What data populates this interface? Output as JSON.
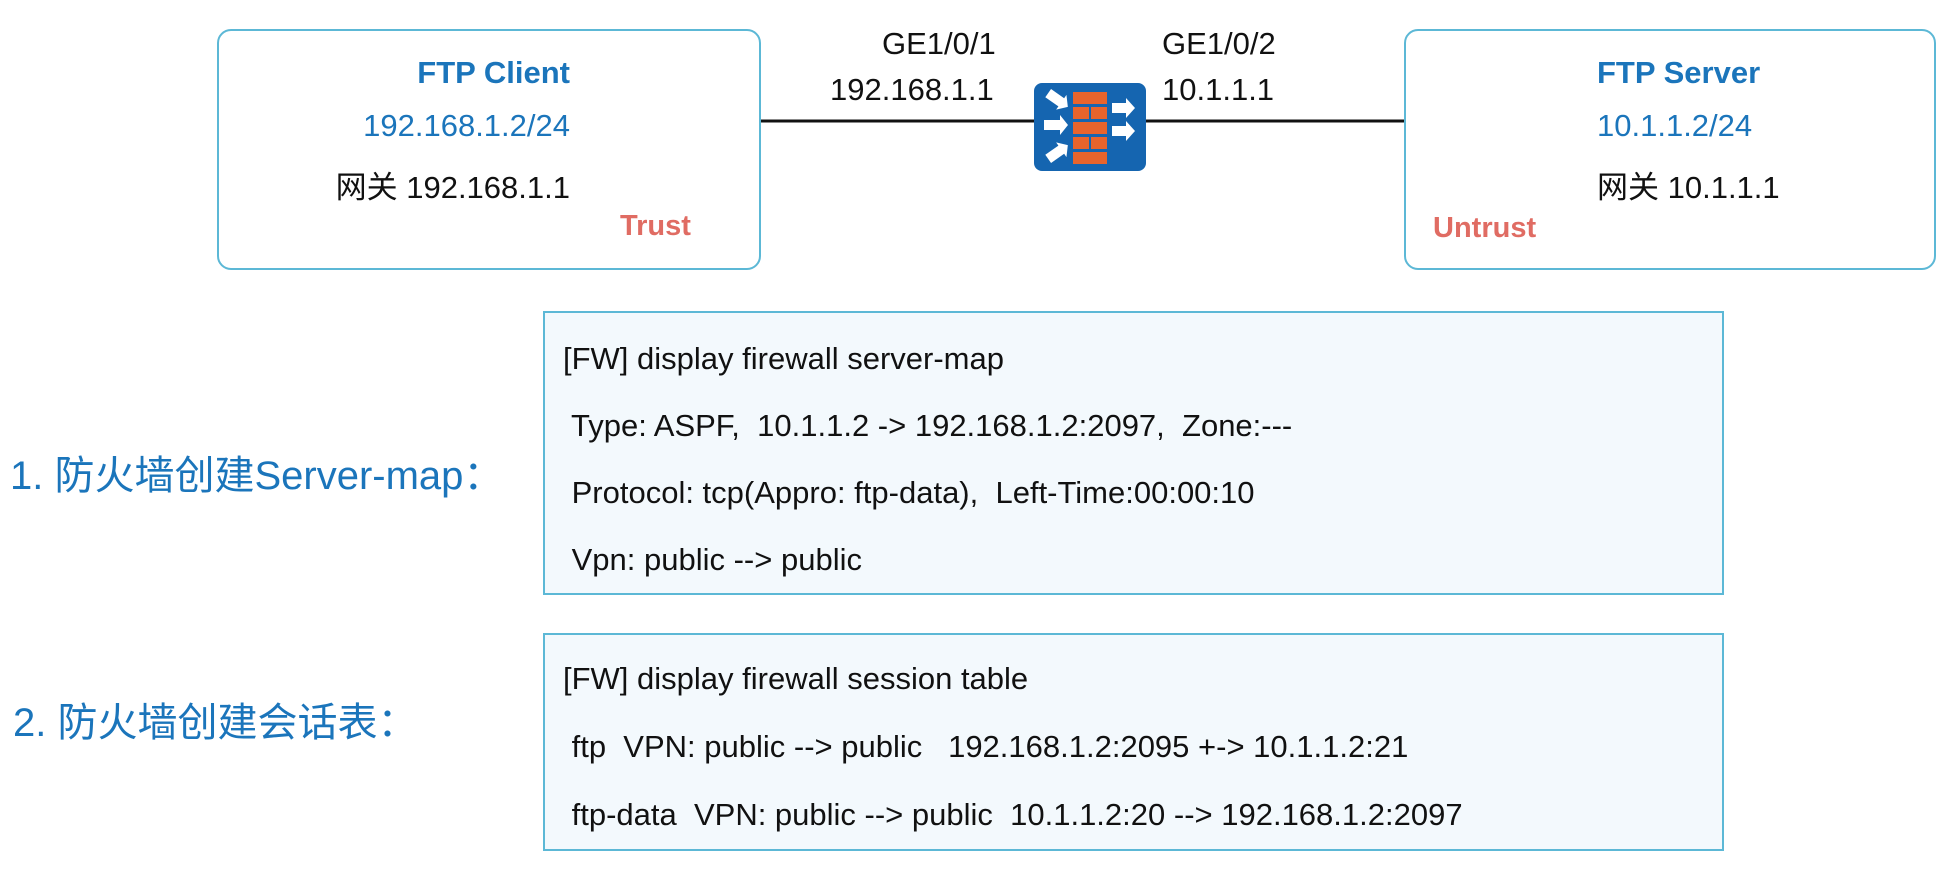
{
  "client": {
    "name": "FTP Client",
    "ip": "192.168.1.2/24",
    "gateway": "网关 192.168.1.1",
    "zone": "Trust"
  },
  "server": {
    "name": "FTP Server",
    "ip": "10.1.1.2/24",
    "gateway": "网关 10.1.1.1",
    "zone": "Untrust"
  },
  "firewall": {
    "left_interface": "GE1/0/1",
    "left_ip": "192.168.1.1",
    "right_interface": "GE1/0/2",
    "right_ip": "10.1.1.1"
  },
  "steps": [
    {
      "label": "1. 防火墙创建Server-map：",
      "lines": [
        "[FW] display firewall server-map",
        " Type: ASPF,  10.1.1.2 -> 192.168.1.2:2097,  Zone:---",
        " Protocol: tcp(Appro: ftp-data),  Left-Time:00:00:10",
        " Vpn: public --> public"
      ]
    },
    {
      "label": "2. 防火墙创建会话表：",
      "lines": [
        "[FW] display firewall session table",
        " ftp  VPN: public --> public   192.168.1.2:2095 +-> 10.1.1.2:21",
        " ftp-data  VPN: public --> public  10.1.1.2:20 --> 192.168.1.2:2097"
      ]
    }
  ],
  "colors": {
    "accent_blue": "#1b75bb",
    "zone_red": "#e06c63",
    "box_border": "#5cb8d6",
    "firewall_bg": "#1565b0",
    "firewall_brick": "#e8642c"
  }
}
